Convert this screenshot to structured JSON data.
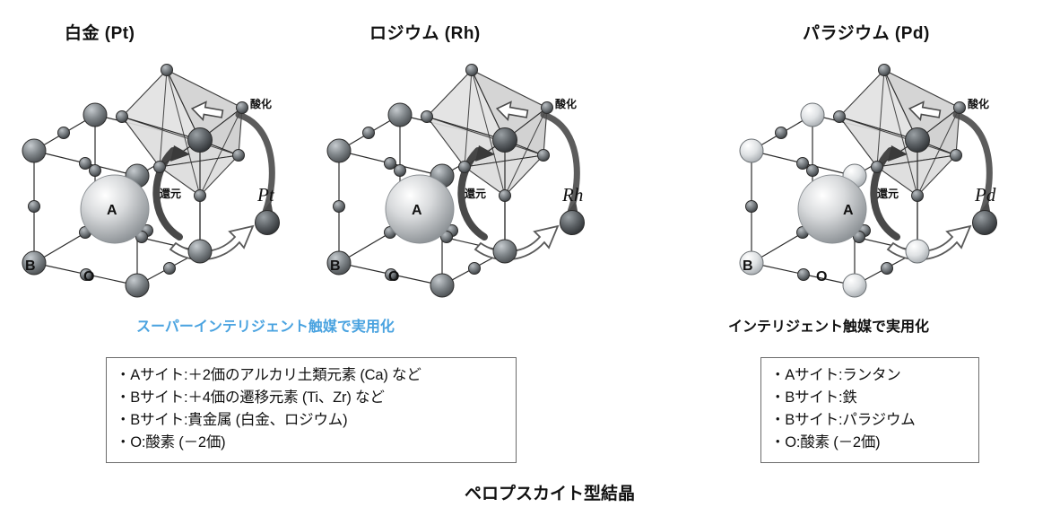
{
  "figure": {
    "bottom_caption": "ペロプスカイト型結晶"
  },
  "panels": [
    {
      "title": "白金 (Pt)",
      "metal_label": "Pt",
      "oxidation_label": "酸化",
      "reduction_label": "還元",
      "site_a_label": "A",
      "site_b_label": "B",
      "oxygen_label": "O",
      "sphere_shade": "dark"
    },
    {
      "title": "ロジウム (Rh)",
      "metal_label": "Rh",
      "oxidation_label": "酸化",
      "reduction_label": "還元",
      "site_a_label": "A",
      "site_b_label": "B",
      "oxygen_label": "O",
      "sphere_shade": "dark"
    },
    {
      "title": "パラジウム (Pd)",
      "metal_label": "Pd",
      "oxidation_label": "酸化",
      "reduction_label": "還元",
      "site_a_label": "A",
      "site_b_label": "B",
      "oxygen_label": "O",
      "sphere_shade": "light"
    }
  ],
  "captions": {
    "left": "スーパーインテリジェント触媒で実用化",
    "right": "インテリジェント触媒で実用化"
  },
  "infobox_left": {
    "lines": [
      "・Aサイト:＋2価のアルカリ土類元素 (Ca) など",
      "・Bサイト:＋4価の遷移元素 (Ti、Zr) など",
      "・Bサイト:貴金属 (白金、ロジウム)",
      "・O:酸素 (－2価)"
    ]
  },
  "infobox_right": {
    "lines": [
      "・Aサイト:ランタン",
      "・Bサイト:鉄",
      "・Bサイト:パラジウム",
      "・O:酸素 (－2価)"
    ]
  },
  "colors": {
    "accent_blue": "#4aa3e0",
    "text_black": "#111111",
    "box_border": "#6b6b6b",
    "sphere_dark": "#6e7478",
    "sphere_light": "#c9cdd0",
    "octahedron_fill": "#dcdcdc"
  }
}
